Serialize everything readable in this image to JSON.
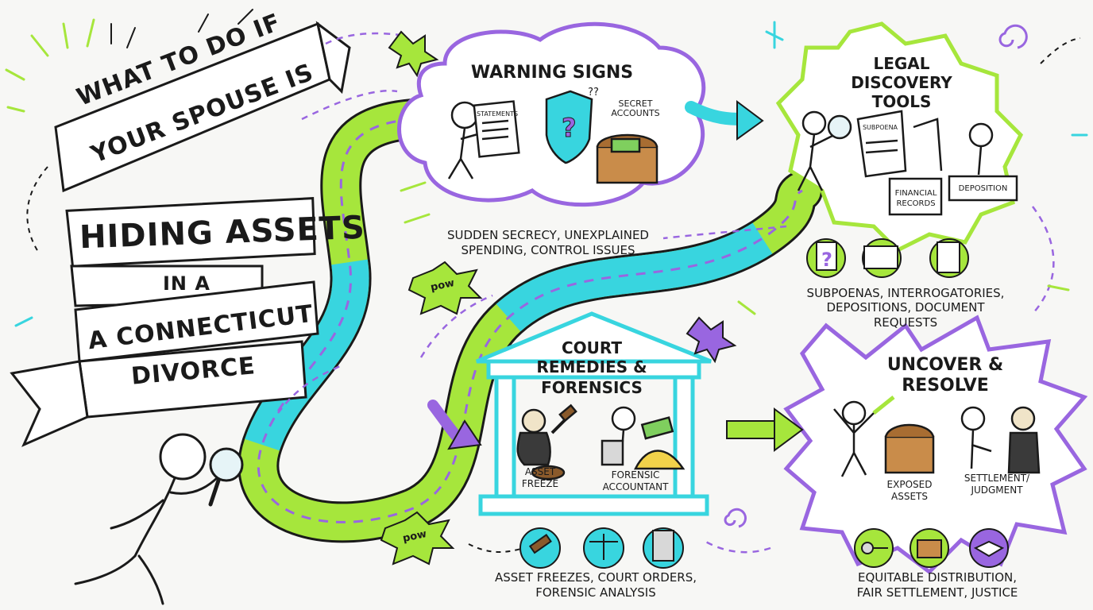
{
  "title_banner": {
    "line1": "What to do if",
    "line2": "your spouse is",
    "line3": "Hiding Assets",
    "line4": "in a",
    "line5": "A Connecticut",
    "line6": "Divorce"
  },
  "stages": {
    "warning": {
      "title": "Warning Signs",
      "labels": {
        "statements": "Statements",
        "secret_accounts": "Secret Accounts",
        "question_marks": "??"
      },
      "caption_line1": "Sudden secrecy, unexplained",
      "caption_line2": "spending, control issues"
    },
    "discovery": {
      "title_line1": "Legal",
      "title_line2": "Discovery",
      "title_line3": "Tools",
      "labels": {
        "subpoena": "Subpoena",
        "financial": "Financial",
        "records": "Records",
        "deposition": "Deposition"
      },
      "caption_line1": "Subpoenas, interrogatories,",
      "caption_line2": "depositions, document requests"
    },
    "court": {
      "title_line1": "Court",
      "title_line2": "Remedies &",
      "title_line3": "Forensics",
      "labels": {
        "asset": "Asset",
        "freeze": "Freeze",
        "forensic": "Forensic",
        "accountant": "Accountant"
      },
      "caption_line1": "Asset freezes, court orders,",
      "caption_line2": "forensic analysis"
    },
    "resolve": {
      "title_line1": "Uncover &",
      "title_line2": "Resolve",
      "labels": {
        "exposed": "Exposed",
        "assets": "Assets",
        "settlement": "Settlement/",
        "judgment": "Judgment"
      },
      "caption_line1": "Equitable distribution,",
      "caption_line2": "fair settlement, justice"
    }
  },
  "pow_labels": [
    "pow",
    "pow"
  ],
  "colors": {
    "green": "#a6e63c",
    "cyan": "#38d5df",
    "purple": "#9966e0",
    "ink": "#1a1a1a"
  }
}
